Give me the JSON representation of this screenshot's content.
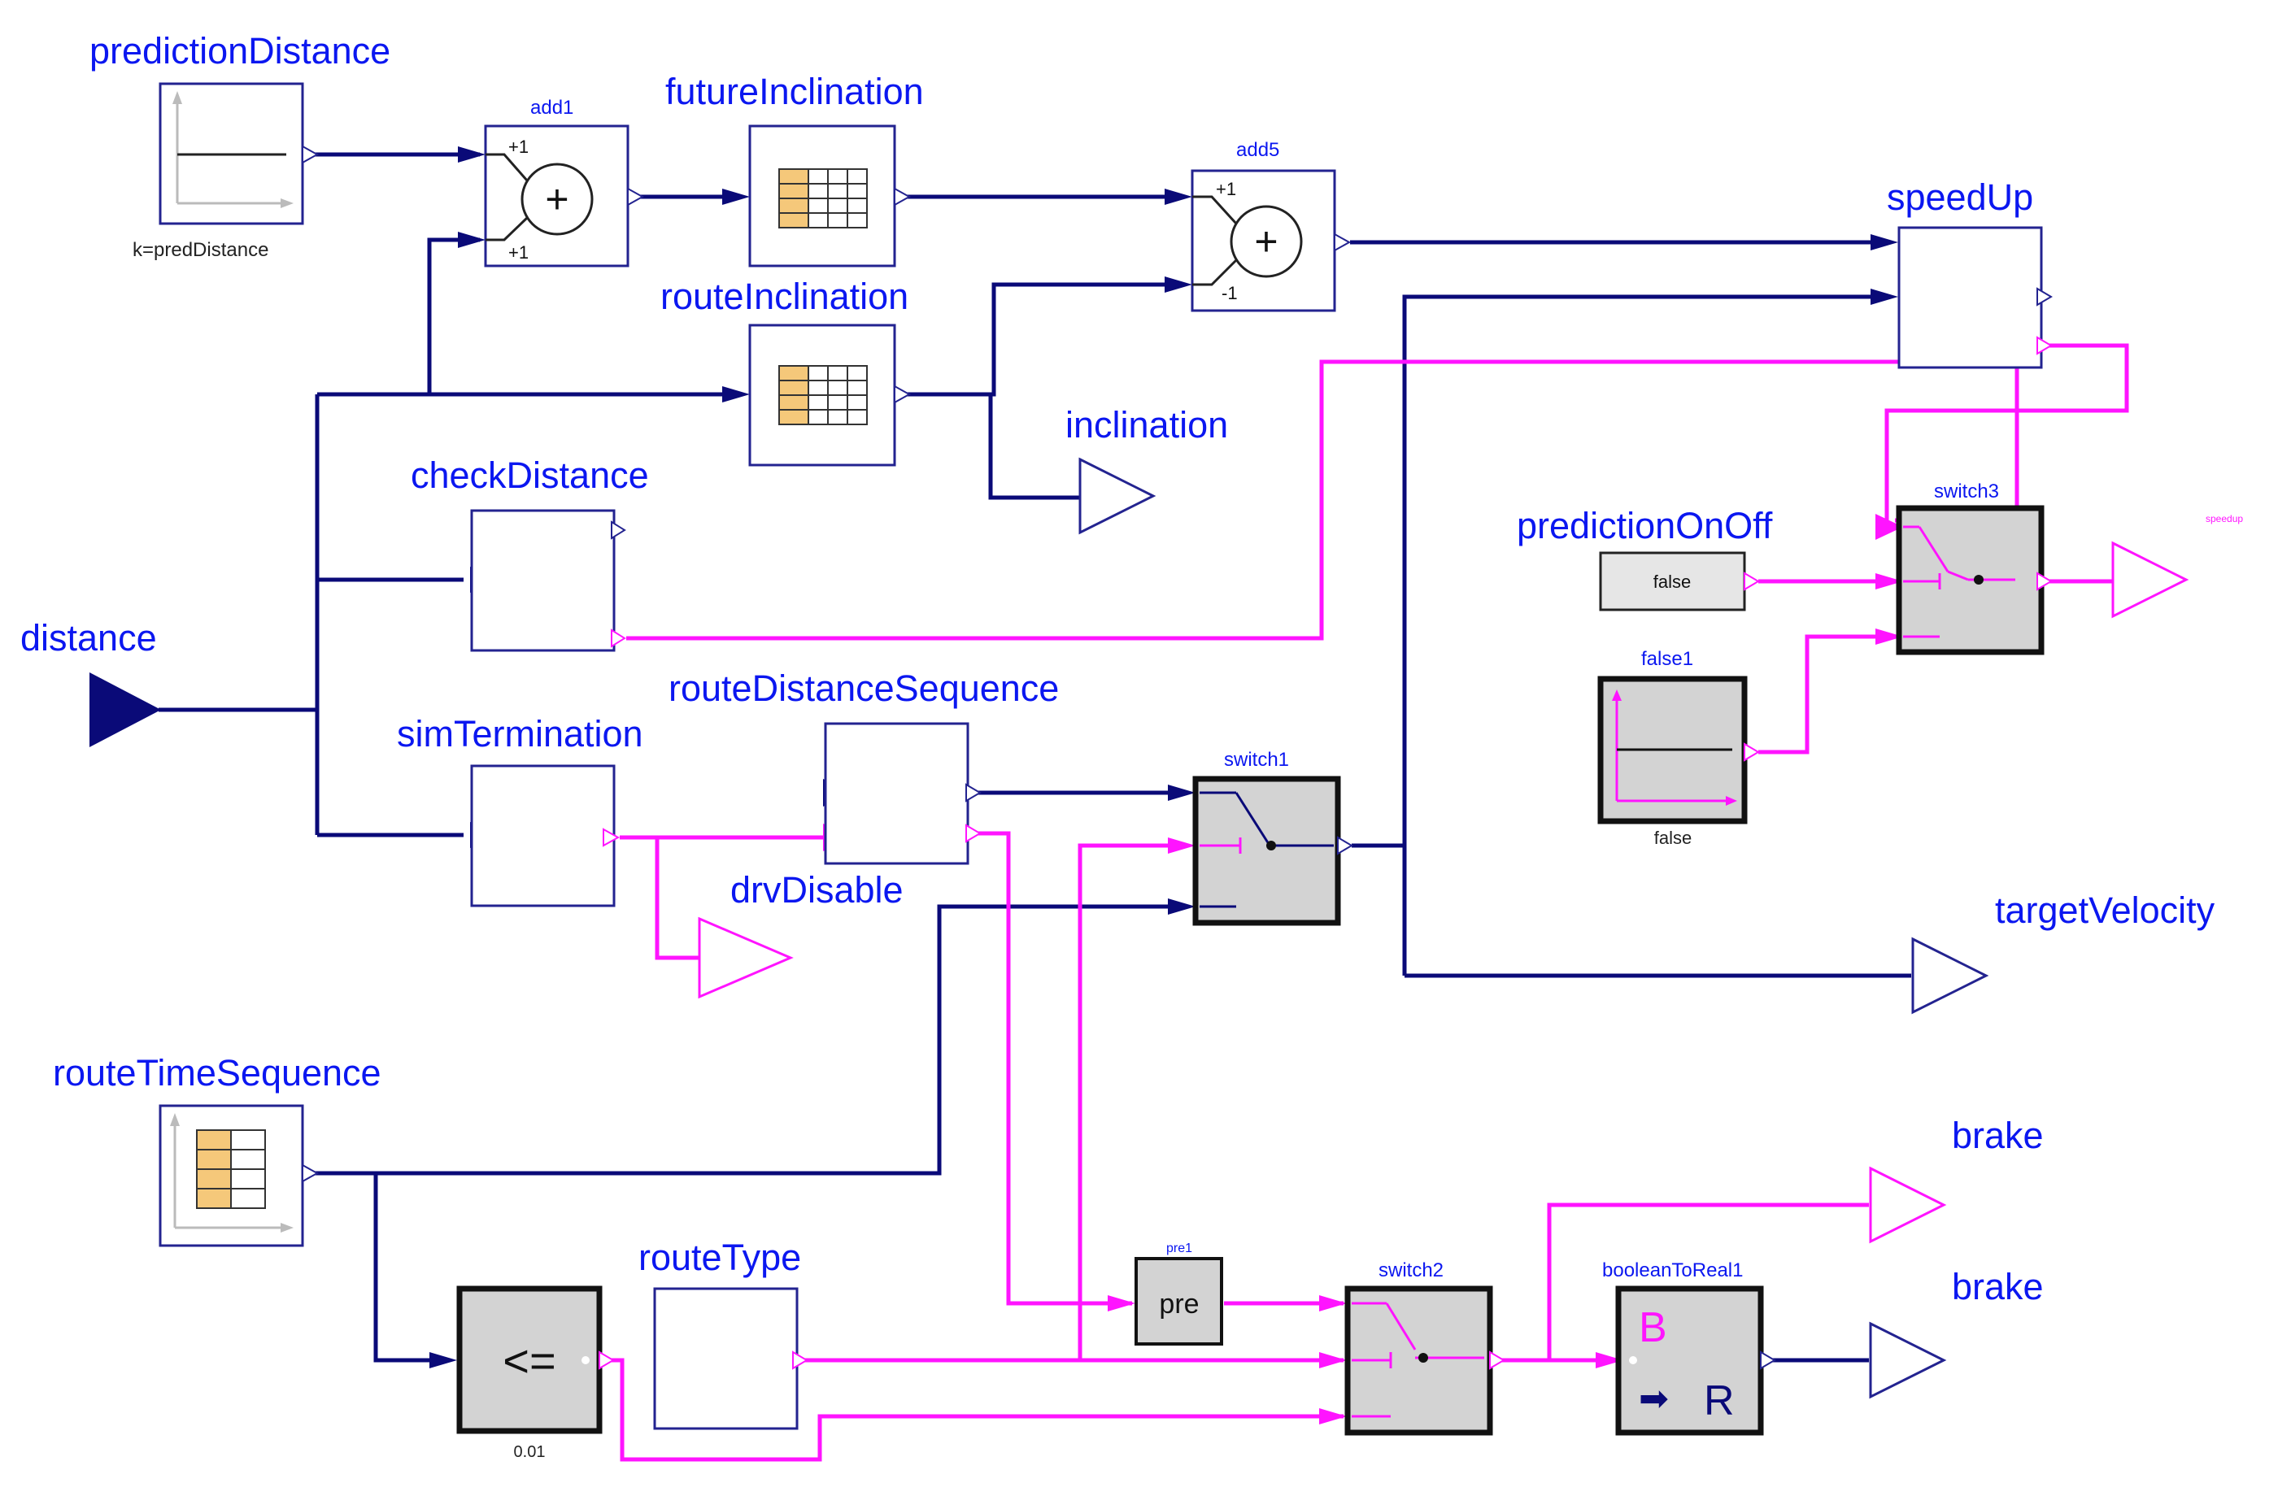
{
  "colors": {
    "real_signal": "#0a0a78",
    "boolean_signal": "#ff14ff",
    "label": "#0b17f0",
    "block_border_thin": "#232390",
    "block_fill_gray": "#d3d3d3",
    "table_cell": "#f5c87a"
  },
  "blocks": {
    "predictionDistance": {
      "label": "predictionDistance",
      "param": "k=predDistance",
      "icon": "constant-graph-icon"
    },
    "add1": {
      "label": "add1",
      "sign_top": "+1",
      "sign_bottom": "+1",
      "symbol": "+"
    },
    "futureInclination": {
      "label": "futureInclination",
      "icon": "table-icon"
    },
    "routeInclination": {
      "label": "routeInclination",
      "icon": "table-icon"
    },
    "add5": {
      "label": "add5",
      "sign_top": "+1",
      "sign_bottom": "-1",
      "symbol": "+"
    },
    "speedUp": {
      "label": "speedUp"
    },
    "inclination": {
      "label": "inclination"
    },
    "checkDistance": {
      "label": "checkDistance"
    },
    "distance": {
      "label": "distance"
    },
    "predictionOnOff": {
      "label": "predictionOnOff",
      "value": "false"
    },
    "switch3": {
      "label": "switch3"
    },
    "speedup_output": {
      "label": "speedup"
    },
    "false1": {
      "label": "false1",
      "param": "false"
    },
    "routeDistanceSequence": {
      "label": "routeDistanceSequence"
    },
    "simTermination": {
      "label": "simTermination"
    },
    "drvDisable": {
      "label": "drvDisable"
    },
    "switch1": {
      "label": "switch1"
    },
    "targetVelocity": {
      "label": "targetVelocity"
    },
    "routeTimeSequence": {
      "label": "routeTimeSequence",
      "icon": "table-graph-icon"
    },
    "brake_top": {
      "label": "brake"
    },
    "brake_bottom": {
      "label": "brake"
    },
    "lessEqual": {
      "symbol": "<=",
      "param": "0.01"
    },
    "routeType": {
      "label": "routeType"
    },
    "pre1": {
      "label": "pre1",
      "symbol": "pre"
    },
    "switch2": {
      "label": "switch2"
    },
    "booleanToReal1": {
      "label": "booleanToReal1",
      "symbol_b": "B",
      "symbol_r": "R",
      "arrow": "➡"
    }
  }
}
